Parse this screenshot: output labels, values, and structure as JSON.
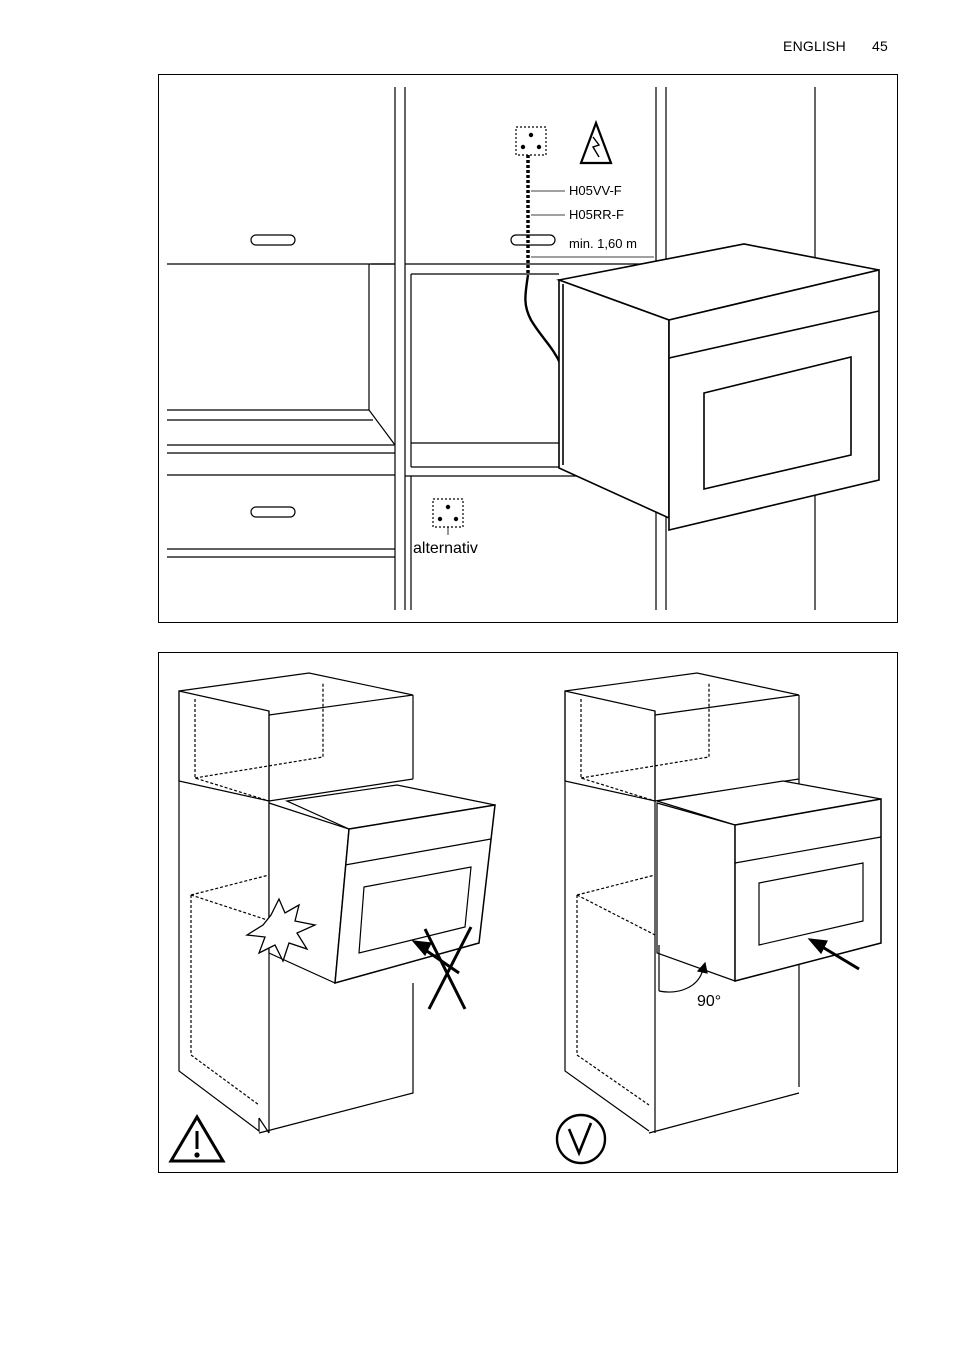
{
  "header": {
    "language": "ENGLISH",
    "page_number": "45"
  },
  "figure1": {
    "cable_label_1": "H05VV-F",
    "cable_label_2": "H05RR-F",
    "height_label": "min. 1,60 m",
    "socket_alt_label": "alternativ",
    "icons": [
      "electric-socket-icon",
      "high-voltage-warning-icon",
      "oven-illustration"
    ]
  },
  "figure2": {
    "angle_label": "90°",
    "icons": [
      "warning-triangle-icon",
      "check-circle-icon",
      "collision-star-icon",
      "cross-mark-icon",
      "push-arrow-icon"
    ]
  }
}
